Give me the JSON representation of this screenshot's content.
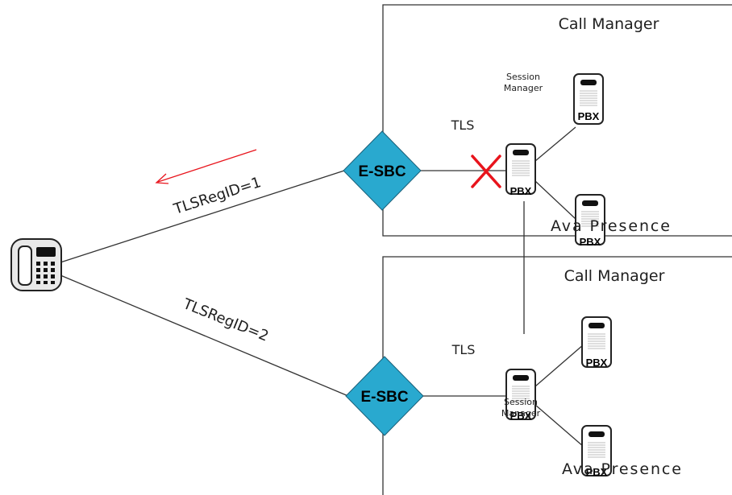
{
  "upper_domain": {
    "title": "Call Manager",
    "protocol": "TLS",
    "session_manager": "Session\nManager",
    "sbc": "E-SBC",
    "presence": "Ava Presence"
  },
  "lower_domain": {
    "title": "Call Manager",
    "protocol": "TLS",
    "session_manager": "Session\nManager",
    "sbc": "E-SBC",
    "presence": "Ava Presence"
  },
  "links": {
    "upper": "TLSRegID=1",
    "lower": "TLSRegID=2"
  },
  "pbx_label": "PBX",
  "colors": {
    "sbc_fill": "#29A9CF",
    "failure_mark": "#E8141C",
    "failover_arrow": "#E8141C",
    "line": "#333333"
  },
  "icons": {
    "phone": "desk-phone-icon",
    "server": "pbx-server-icon",
    "failure": "x-mark-icon",
    "arrow": "arrow-left-icon"
  }
}
